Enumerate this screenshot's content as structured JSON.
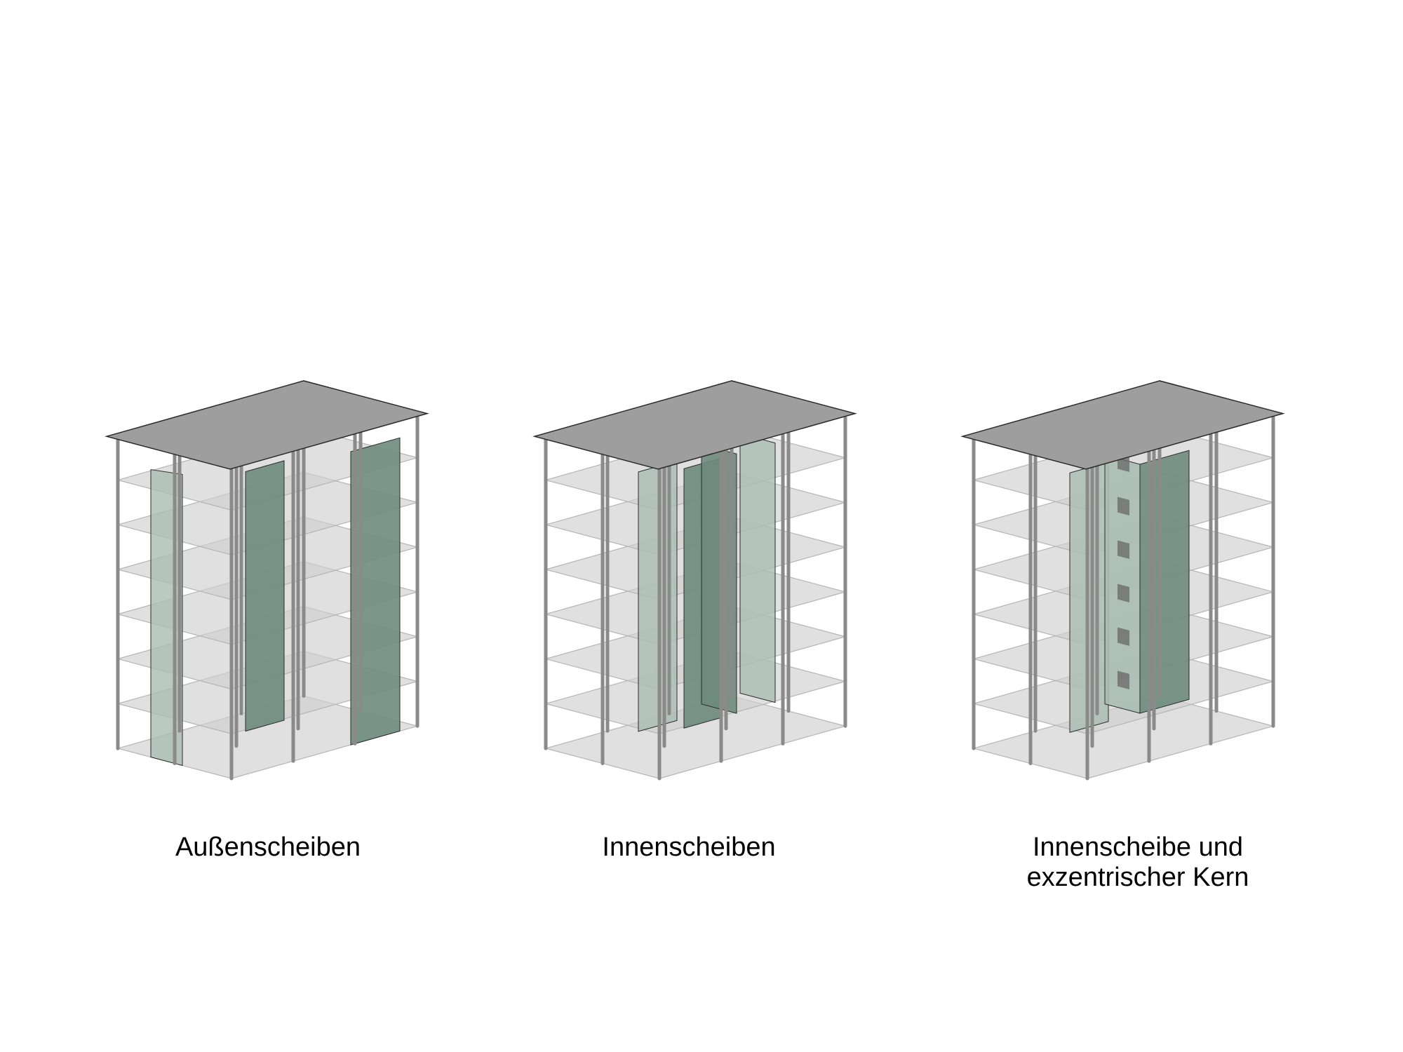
{
  "colors": {
    "background": "#ffffff",
    "roof": "#9e9e9e",
    "slab": "#cfcfcf",
    "column": "#8a8a8a",
    "wall_light": "#a9bcb3",
    "wall_dark": "#6e8b7c",
    "outline": "#2b2b2b"
  },
  "diagrams": [
    {
      "name": "building-outer-walls",
      "caption_lines": [
        "Außenscheiben"
      ],
      "floors": 6,
      "walls": [
        {
          "type": "outer-left",
          "tone": "light"
        },
        {
          "type": "inner-x",
          "tone": "dark"
        },
        {
          "type": "outer-right",
          "tone": "dark"
        }
      ]
    },
    {
      "name": "building-inner-walls",
      "caption_lines": [
        "Innenscheiben"
      ],
      "floors": 6,
      "walls": [
        {
          "type": "inner-x",
          "tone": "light"
        },
        {
          "type": "inner-x",
          "tone": "dark"
        },
        {
          "type": "inner-y",
          "tone": "dark"
        },
        {
          "type": "inner-y",
          "tone": "light"
        }
      ]
    },
    {
      "name": "building-inner-wall-eccentric-core",
      "caption_lines": [
        "Innenscheibe und",
        "exzentrischer Kern"
      ],
      "floors": 6,
      "walls": [
        {
          "type": "inner-x",
          "tone": "light"
        },
        {
          "type": "core",
          "tone": "dark"
        }
      ]
    }
  ]
}
